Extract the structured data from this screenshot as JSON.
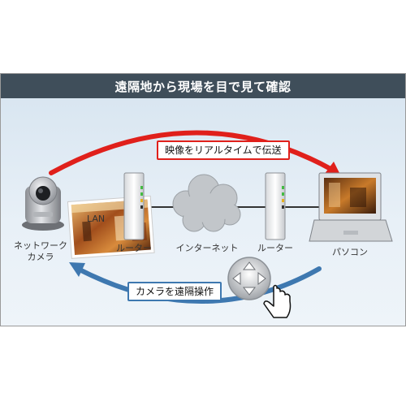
{
  "title": "遠隔地から現場を目で見て確認",
  "labels": {
    "network_camera": "ネットワーク\nカメラ",
    "lan": "LAN",
    "router_left": "ルーター",
    "internet": "インターネット",
    "router_right": "ルーター",
    "pc": "パソコン"
  },
  "callouts": {
    "video": "映像をリアルタイムで伝送",
    "control": "カメラを遠隔操作"
  },
  "icons": [
    "network-camera-icon",
    "router-icon",
    "cloud-icon",
    "laptop-icon",
    "direction-pad-icon",
    "hand-cursor-icon",
    "store-photo-icon"
  ],
  "colors": {
    "title_bar": "#3f4e5a",
    "video_arrow": "#e0201b",
    "control_arrow": "#3e78b0"
  }
}
